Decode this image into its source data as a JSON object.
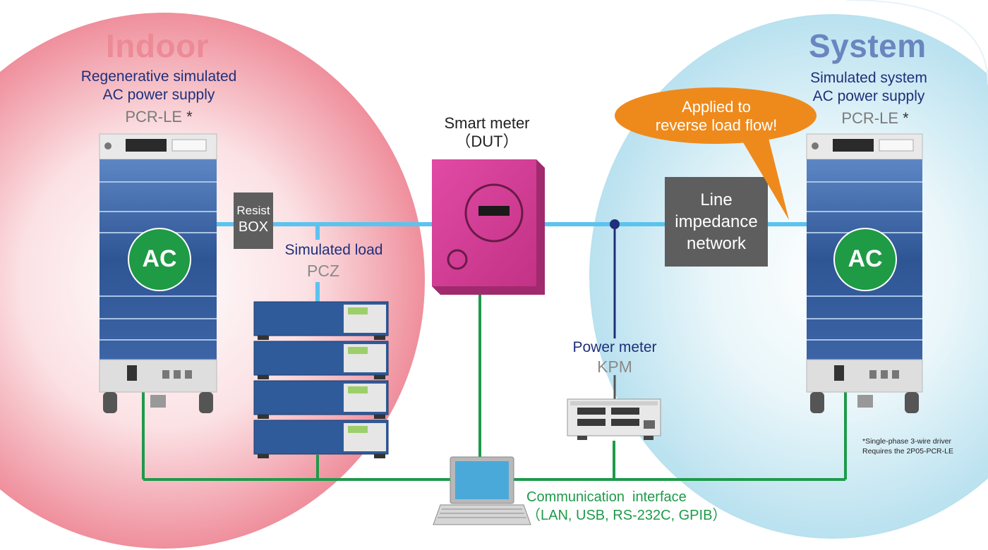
{
  "indoor": {
    "title": "Indoor",
    "subtitle_line1": "Regenerative simulated",
    "subtitle_line2": "AC power supply",
    "model": "PCR-LE",
    "model_mark": "*",
    "ac_label": "AC"
  },
  "system": {
    "title": "System",
    "subtitle_line1": "Simulated system",
    "subtitle_line2": "AC power supply",
    "model": "PCR-LE",
    "model_mark": "*",
    "ac_label": "AC"
  },
  "resist_box": {
    "line1": "Resist",
    "line2": "BOX"
  },
  "simulated_load": {
    "label": "Simulated load",
    "model": "PCZ"
  },
  "smart_meter": {
    "label": "Smart meter",
    "sub": "（DUT）"
  },
  "line_impedance": {
    "line1": "Line",
    "line2": "impedance",
    "line3": "network"
  },
  "callout": {
    "line1": "Applied to",
    "line2": "reverse load flow!"
  },
  "power_meter": {
    "label": "Power meter",
    "model": "KPM"
  },
  "communication": {
    "line1": "Communication  interface",
    "line2": "（LAN, USB, RS-232C, GPIB）"
  },
  "footnote": {
    "line1": "*Single-phase 3-wire driver",
    "line2": "Requires the 2P05-PCR-LE"
  },
  "colors": {
    "indoor_pink": "#ec8a96",
    "system_blue": "#6a86bf",
    "power_line": "#5cc3ee",
    "comm_line": "#1e9a4a",
    "ac_green": "#1f9a45",
    "meter_magenta": "#d83f98",
    "callout_orange": "#ee8a1c",
    "box_grey": "#5e5e5e"
  }
}
